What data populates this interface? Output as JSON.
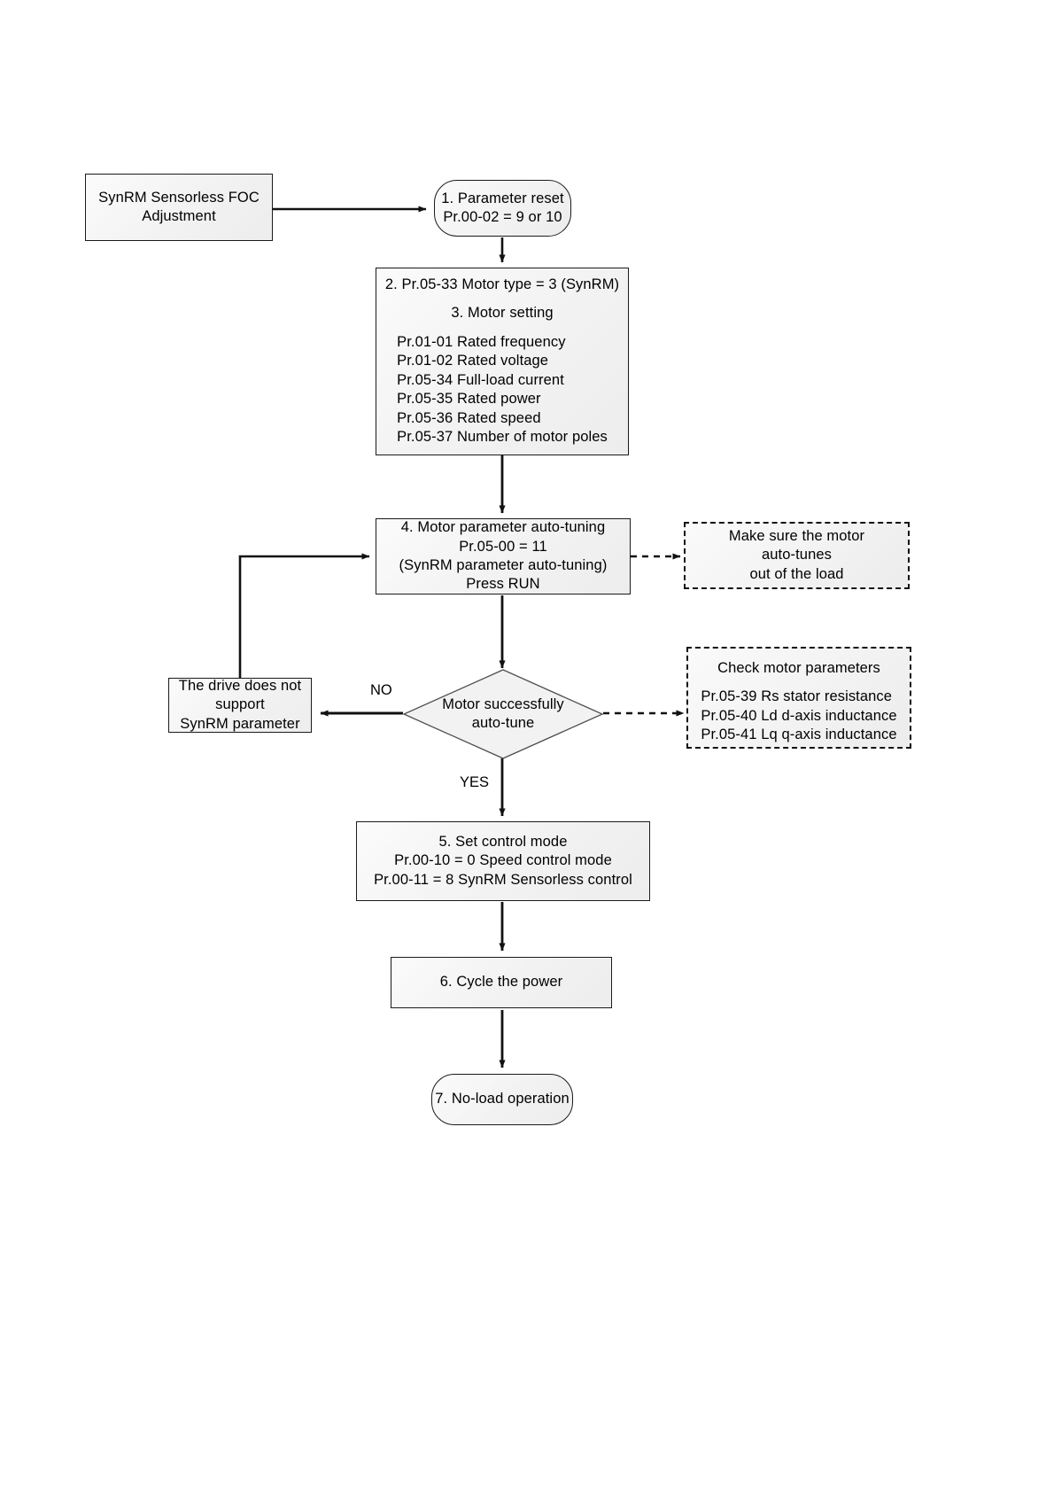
{
  "diagram": {
    "title": "SynRM Sensorless FOC Adjustment flowchart",
    "nodes": {
      "start": {
        "lines": [
          "SynRM Sensorless FOC",
          "Adjustment"
        ]
      },
      "parameter_reset": {
        "lines": [
          "1. Parameter reset",
          "Pr.00-02 = 9 or 10"
        ]
      },
      "motor_setting": {
        "lines": [
          "2. Pr.05-33 Motor type = 3 (SynRM)",
          "3. Motor setting",
          "Pr.01-01 Rated frequency",
          "Pr.01-02 Rated voltage",
          "Pr.05-34 Full-load current",
          "Pr.05-35 Rated power",
          "Pr.05-36 Rated speed",
          "Pr.05-37 Number of motor poles"
        ]
      },
      "auto_tuning": {
        "lines": [
          "4. Motor parameter auto-tuning",
          "Pr.05-00 = 11",
          "(SynRM parameter auto-tuning)",
          "Press RUN"
        ]
      },
      "note_out_of_load": {
        "lines": [
          "Make sure the motor",
          "auto-tunes",
          "out of the load"
        ]
      },
      "decision": {
        "lines": [
          "Motor successfully",
          "auto-tune"
        ]
      },
      "not_support": {
        "lines": [
          "The drive does not",
          "support",
          "SynRM parameter"
        ]
      },
      "check_parameters": {
        "lines": [
          "Check motor parameters",
          "Pr.05-39 Rs stator resistance",
          "Pr.05-40 Ld d-axis inductance",
          "Pr.05-41 Lq q-axis inductance"
        ]
      },
      "set_control_mode": {
        "lines": [
          "5. Set control mode",
          "Pr.00-10 = 0 Speed control mode",
          "Pr.00-11 = 8 SynRM Sensorless control"
        ]
      },
      "cycle_power": {
        "lines": [
          "6. Cycle the power"
        ]
      },
      "no_load_operation": {
        "lines": [
          "7. No-load operation"
        ]
      }
    },
    "edge_labels": {
      "no": "NO",
      "yes": "YES"
    },
    "colors": {
      "stroke": "#111111",
      "fill": "#f2f2f2",
      "text": "#000000"
    }
  }
}
